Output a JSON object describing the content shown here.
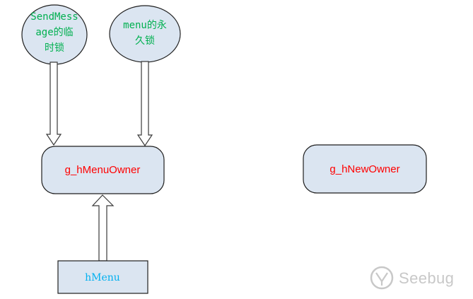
{
  "diagram": {
    "nodes": {
      "sendmessage_lock": {
        "line1": "SendMess",
        "line2": "age的临",
        "line3": "时锁"
      },
      "menu_lock": {
        "line1": "menu的永",
        "line2": "久锁"
      },
      "g_hmenuowner": {
        "label": "g_hMenuOwner"
      },
      "g_hnewowner": {
        "label": "g_hNewOwner"
      },
      "hmenu": {
        "label": "hMenu"
      }
    }
  },
  "watermark": {
    "text": "Seebug"
  },
  "colors": {
    "node_fill": "#dbe5f1",
    "node_stroke": "#1f1f1f",
    "green_text": "#00b050",
    "red_text": "#ff0000",
    "blue_text": "#00b0f0",
    "watermark": "#c8c8c8"
  }
}
